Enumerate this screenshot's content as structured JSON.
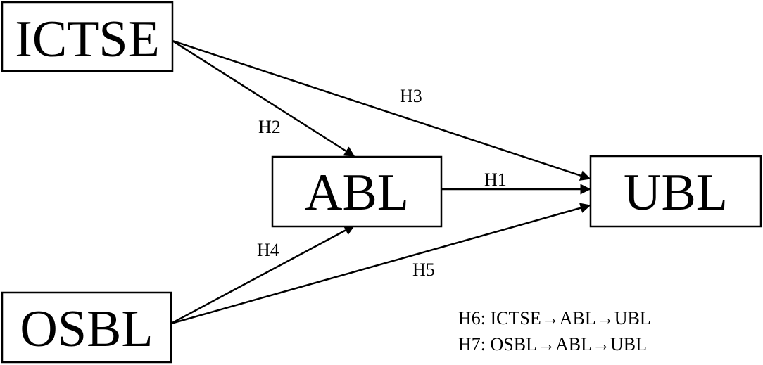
{
  "nodes": {
    "ictse": "ICTSE",
    "abl": "ABL",
    "ubl": "UBL",
    "osbl": "OSBL"
  },
  "edges": {
    "h1": "H1",
    "h2": "H2",
    "h3": "H3",
    "h4": "H4",
    "h5": "H5"
  },
  "notes": {
    "h6": "H6: ICTSE→ABL→UBL",
    "h7": "H7: OSBL→ABL→UBL"
  }
}
